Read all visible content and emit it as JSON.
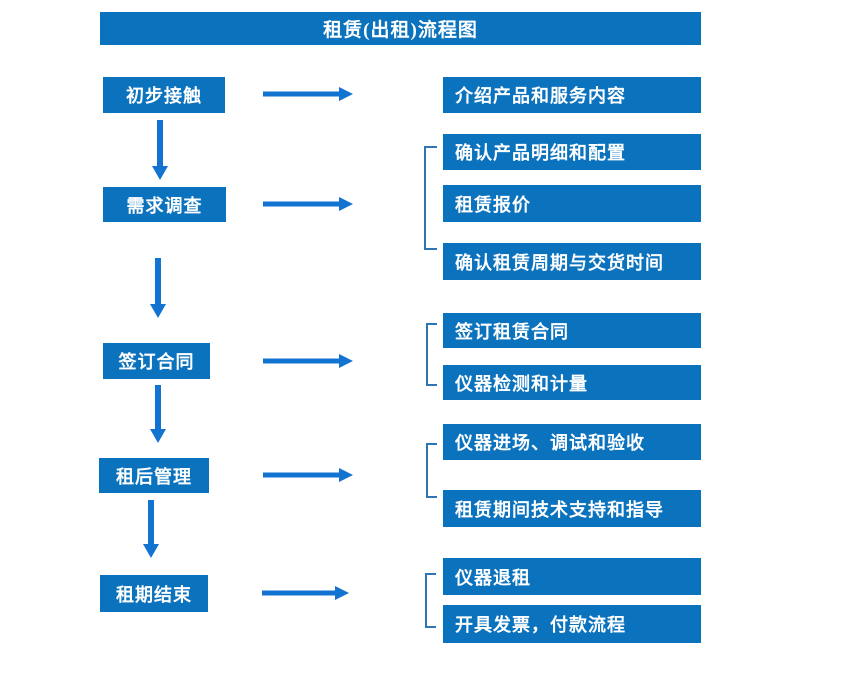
{
  "title": "租赁(出租)流程图",
  "colors": {
    "box_blue": "#0b72be",
    "arrow_blue": "#1273d0",
    "bracket_blue": "#2e75b6",
    "text_white": "#ffffff"
  },
  "steps": [
    {
      "label": "初步接触",
      "details": [
        "介绍产品和服务内容"
      ]
    },
    {
      "label": "需求调查",
      "details": [
        "确认产品明细和配置",
        "租赁报价",
        "确认租赁周期与交货时间"
      ]
    },
    {
      "label": "签订合同",
      "details": [
        "签订租赁合同",
        "仪器检测和计量"
      ]
    },
    {
      "label": "租后管理",
      "details": [
        "仪器进场、调试和验收",
        "租赁期间技术支持和指导"
      ]
    },
    {
      "label": "租期结束",
      "details": [
        "仪器退租",
        "开具发票，付款流程"
      ]
    }
  ]
}
